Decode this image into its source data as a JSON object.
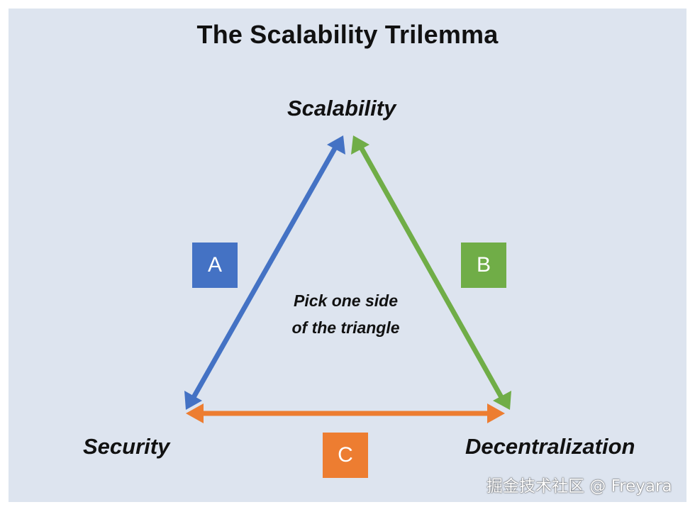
{
  "title": "The Scalability Trilemma",
  "vertices": {
    "top": "Scalability",
    "left": "Security",
    "right": "Decentralization"
  },
  "center_text": {
    "line1": "Pick one side",
    "line2": "of the triangle"
  },
  "sides": [
    {
      "label": "A",
      "connects": [
        "Security",
        "Scalability"
      ],
      "color": "#4472c4"
    },
    {
      "label": "B",
      "connects": [
        "Scalability",
        "Decentralization"
      ],
      "color": "#70ad47"
    },
    {
      "label": "C",
      "connects": [
        "Security",
        "Decentralization"
      ],
      "color": "#ed7d31"
    }
  ],
  "watermark": "掘金技术社区 @ Freyara"
}
